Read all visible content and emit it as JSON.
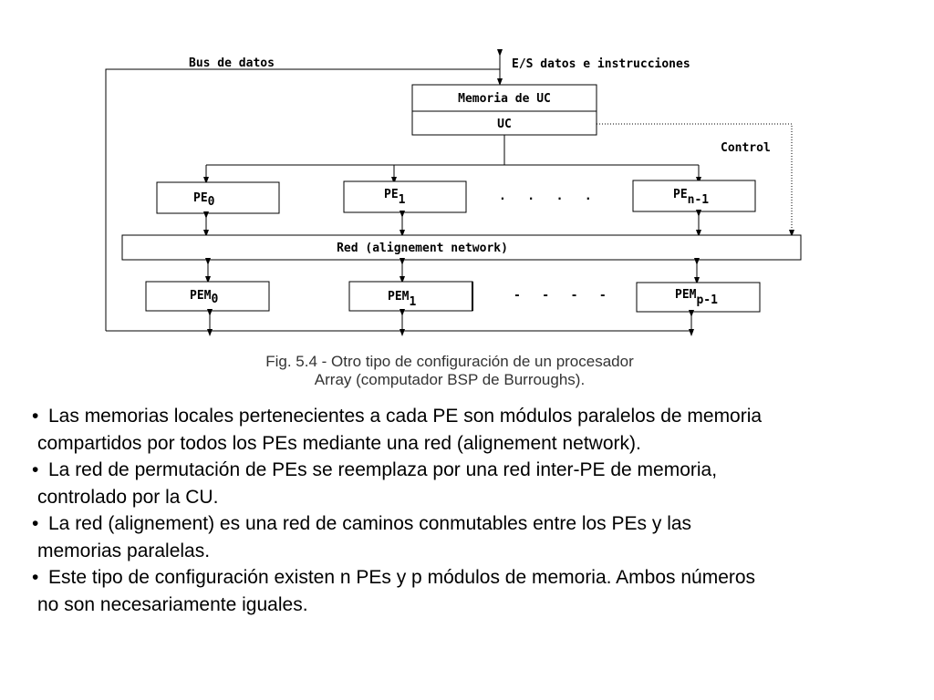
{
  "diagram": {
    "bus_label": "Bus de datos",
    "io_label": "E/S datos e instrucciones",
    "mem_uc": "Memoria de UC",
    "uc": "UC",
    "control": "Control",
    "network": "Red (alignement network)",
    "pe": [
      {
        "base": "PE",
        "sub": "0"
      },
      {
        "base": "PE",
        "sub": "1"
      },
      {
        "base": "PE",
        "sub": "n-1"
      }
    ],
    "pem": [
      {
        "base": "PEM",
        "sub": "0"
      },
      {
        "base": "PEM",
        "sub": "1"
      },
      {
        "base": "PEM",
        "sub": "p-1"
      }
    ],
    "dots_pe": ".   .   .   .",
    "dots_pem": "-   -   -   -"
  },
  "caption": {
    "line1": "Fig. 5.4 - Otro tipo de configuración de un procesador",
    "line2": "Array (computador BSP de Burroughs)."
  },
  "bullets": [
    "Las memorias locales pertenecientes a cada PE son módulos paralelos de memoria compartidos por todos los PEs mediante una red (alignement network).",
    "La red de permutación de PEs se reemplaza por una red inter-PE de memoria, controlado por la CU.",
    "La red (alignement) es una red de caminos conmutables entre los PEs y las memorias paralelas.",
    "Este tipo de configuración existen n PEs y p módulos de memoria. Ambos números no son necesariamente iguales."
  ],
  "bullet_lines": [
    [
      "Las memorias locales pertenecientes a cada PE son módulos paralelos de memoria",
      "compartidos por todos los PEs mediante una red (alignement network)."
    ],
    [
      "La red de permutación de PEs se reemplaza por una red inter-PE de memoria,",
      "controlado por la CU."
    ],
    [
      "La red (alignement) es una red de caminos conmutables entre los PEs y las",
      "memorias paralelas."
    ],
    [
      "Este tipo de configuración existen n PEs y p módulos de memoria. Ambos números",
      "no son necesariamente iguales."
    ]
  ]
}
